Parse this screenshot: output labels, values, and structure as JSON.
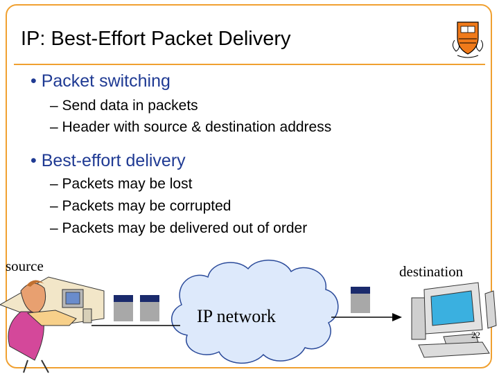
{
  "title": "IP: Best-Effort Packet Delivery",
  "bullets": [
    {
      "text": "Packet switching",
      "subs": [
        "Send data in packets",
        "Header with source & destination address"
      ]
    },
    {
      "text": "Best-effort delivery",
      "subs": [
        "Packets may be lost",
        "Packets may be corrupted",
        "Packets may be delivered out of order"
      ]
    }
  ],
  "diagram": {
    "source_label": "source",
    "destination_label": "destination",
    "network_label": "IP network"
  },
  "page_number": "22",
  "colors": {
    "accent": "#f0a030",
    "bullet_text": "#1f3a93",
    "packet_head": "#1a2a6c",
    "packet_body": "#a8a8a8",
    "cloud": "#dde9fb"
  },
  "icons": [
    "princeton-shield-icon",
    "person-at-computer-icon",
    "desktop-computer-icon"
  ]
}
